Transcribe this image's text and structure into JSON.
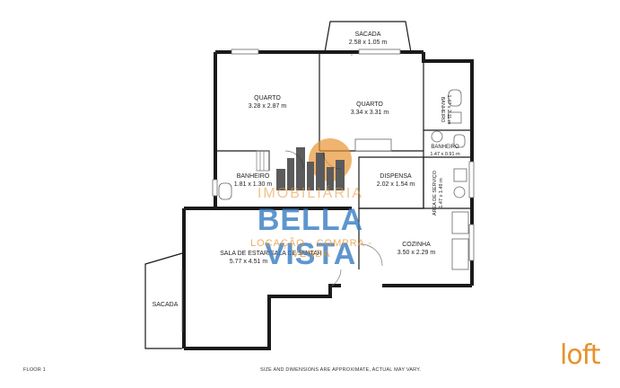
{
  "rooms": {
    "sacada_top": {
      "name": "SACADA",
      "dims": "2.58 x 1.05 m"
    },
    "quarto_left": {
      "name": "QUARTO",
      "dims": "3.28 x 2.87 m"
    },
    "quarto_right": {
      "name": "QUARTO",
      "dims": "3.34 x 3.31 m"
    },
    "banheiro_vertical": {
      "name": "BANHEIRO",
      "dims": "1.47 x 2.11 m"
    },
    "banheiro_small": {
      "name": "BANHEIRO",
      "dims": "1.47 x 0.91 m"
    },
    "banheiro_left": {
      "name": "BANHEIRO",
      "dims": "1.81 x 1.30 m"
    },
    "dispensa": {
      "name": "DISPENSA",
      "dims": "2.02 x 1.54 m"
    },
    "area_servico": {
      "name": "ÁREA DE SERVIÇO",
      "dims": "1.47 x 1.49 m"
    },
    "cozinha": {
      "name": "COZINHA",
      "dims": "3.50 x 2.29 m"
    },
    "sala": {
      "name": "SALA DE ESTAR/SALA DE JANTAR",
      "dims": "5.77 x 4.51 m"
    },
    "sacada_left": {
      "name": "SACADA"
    }
  },
  "watermark": {
    "top": "IMOBILIÁRIA",
    "name": "BELLA VISTA",
    "tagline": "LOCAÇÃO - COMPRA - VENDA"
  },
  "footer": {
    "floor": "FLOOR 1",
    "disclaimer": "SIZE AND DIMENSIONS ARE APPROXIMATE, ACTUAL MAY VARY."
  },
  "brand": {
    "logo": "loft",
    "accent": "#e8922c",
    "watermark_blue": "#3b7fc4"
  }
}
